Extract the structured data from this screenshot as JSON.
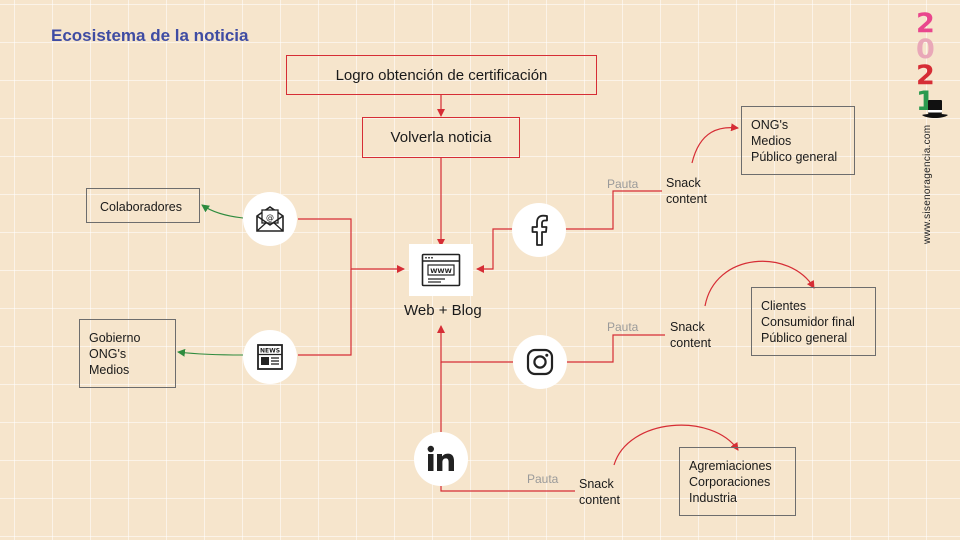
{
  "title": "Ecosistema de la noticia",
  "nodes": {
    "logro": "Logro obtención de certificación",
    "volverla": "Volverla noticia",
    "web_blog": "Web + Blog",
    "colaboradores": "Colaboradores",
    "gobierno": [
      "Gobierno",
      "ONG's",
      "Medios"
    ],
    "ong_facebook": [
      "ONG's",
      "Medios",
      "Público general"
    ],
    "clientes": [
      "Clientes",
      "Consumidor final",
      "Público general"
    ],
    "agremiaciones": [
      "Agremiaciones",
      "Corporaciones",
      "Industria"
    ]
  },
  "channels": {
    "facebook": {
      "pauta": "Pauta",
      "snack": [
        "Snack",
        "content"
      ]
    },
    "instagram": {
      "pauta": "Pauta",
      "snack": [
        "Snack",
        "content"
      ]
    },
    "linkedin": {
      "pauta": "Pauta",
      "snack": [
        "Snack",
        "content"
      ]
    }
  },
  "icons": [
    "email-icon",
    "newspaper-icon",
    "website-icon",
    "facebook-icon",
    "instagram-icon",
    "linkedin-icon",
    "top-hat-icon"
  ],
  "brand": {
    "year_digits": [
      "2",
      "0",
      "2",
      "1"
    ],
    "year_colors": [
      "#e9468d",
      "#e9a8b8",
      "#d62d35",
      "#2b9a4f"
    ],
    "website": "www.sisenoragencia.com"
  },
  "colors": {
    "accent_title": "#3f4ca3",
    "connector_red": "#d62d35",
    "connector_green": "#2e8b3e",
    "background": "#f6e5cc"
  }
}
